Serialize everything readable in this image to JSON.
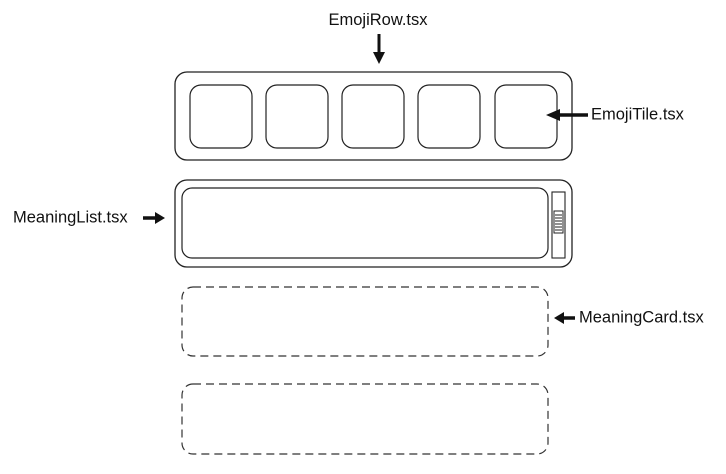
{
  "labels": {
    "emoji_row": "EmojiRow.tsx",
    "emoji_tile": "EmojiTile.tsx",
    "meaning_list": "MeaningList.tsx",
    "meaning_card": "MeaningCard.tsx"
  },
  "emoji_row": {
    "tile_count": 5
  },
  "meaning_card_placeholders": 2
}
